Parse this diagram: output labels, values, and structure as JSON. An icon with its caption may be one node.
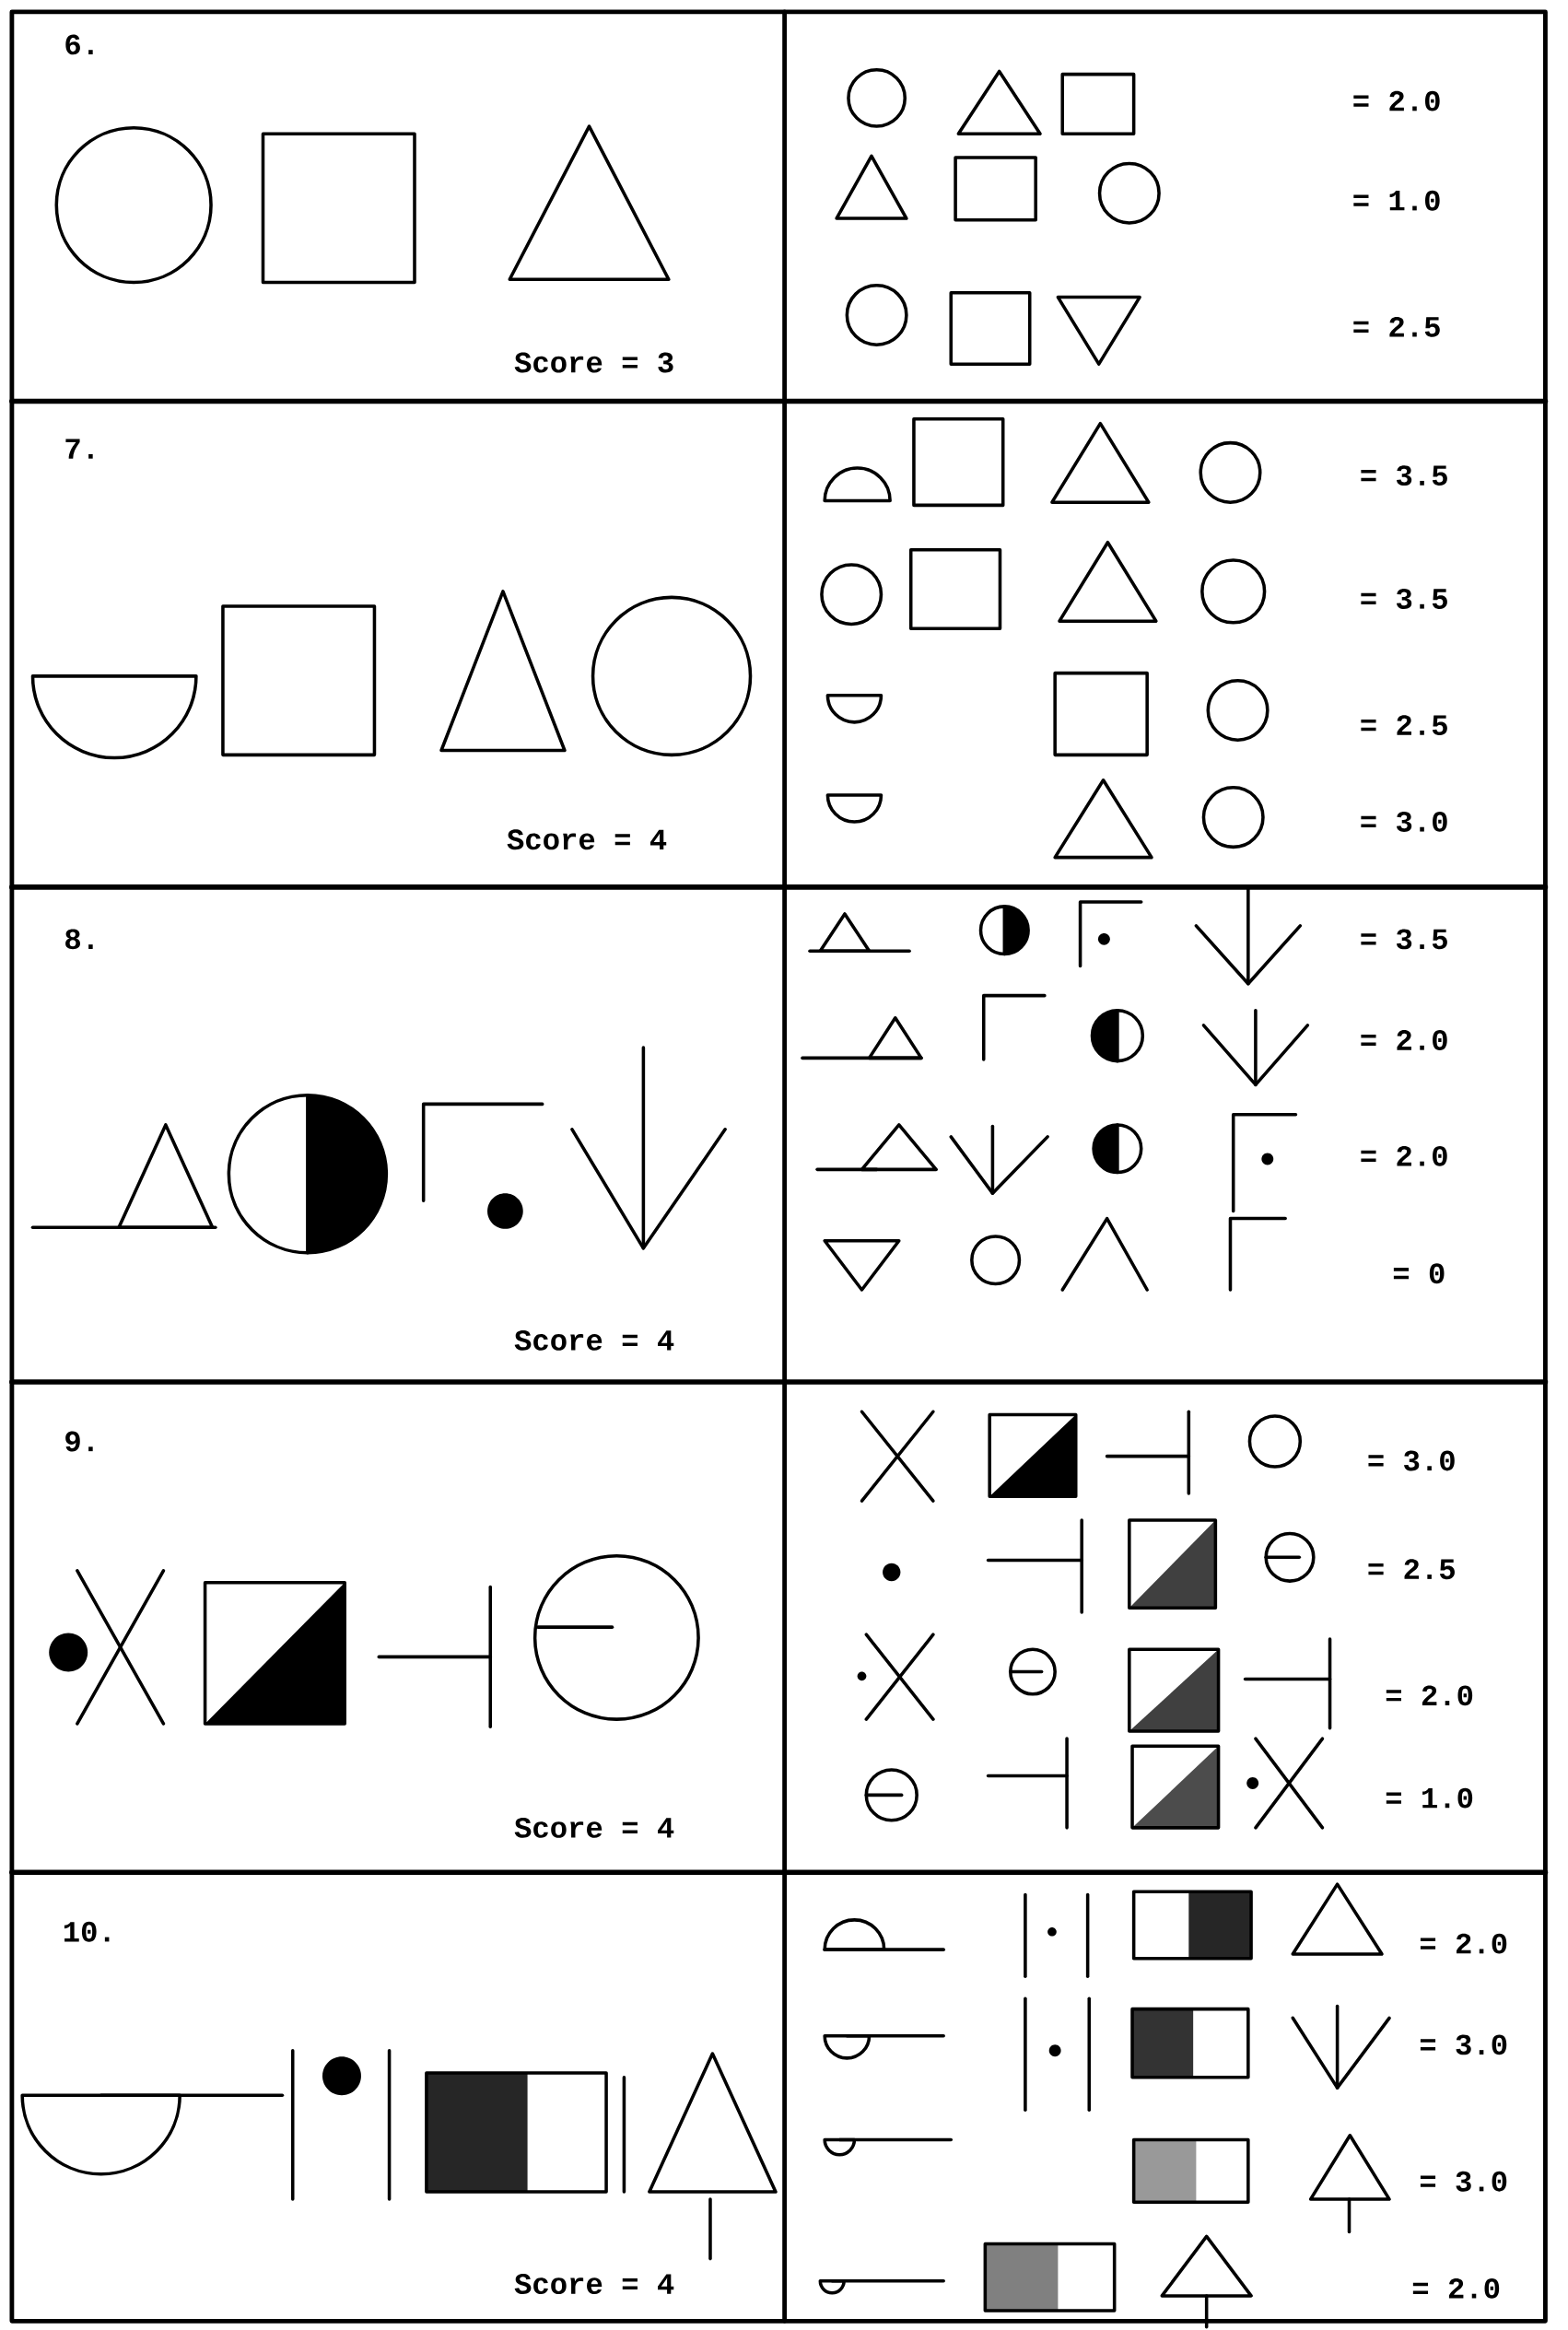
{
  "diagram": {
    "labels": [
      "6.",
      "= 2.0",
      "= 1.0",
      "= 2.5",
      "Score = 3",
      "7.",
      "= 3.5",
      "= 3.5",
      "= 2.5",
      "= 3.0",
      "Score = 4",
      "8.",
      "= 3.5",
      "= 2.0",
      "= 2.0",
      "= 0",
      "Score = 4",
      "9.",
      "= 3.0",
      "= 2.5",
      "= 2.0",
      "= 1.0",
      "Score = 4",
      "10.",
      "= 2.0",
      "= 3.0",
      "= 3.0",
      "= 2.0",
      "Score = 4"
    ]
  }
}
